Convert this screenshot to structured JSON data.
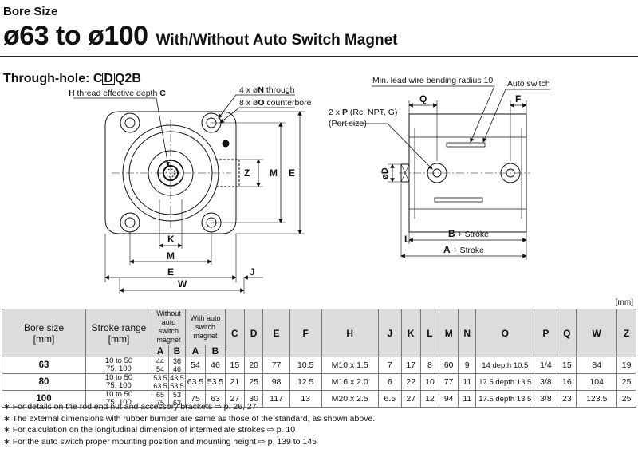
{
  "header": {
    "bore_size_label": "Bore Size",
    "title_main": "ø63 to ø100",
    "title_sub": "With/Without Auto Switch Magnet"
  },
  "section": {
    "prefix": "Through-hole: C",
    "boxed": "D",
    "suffix": "Q2B"
  },
  "drawing": {
    "labels": {
      "h_thread_prefix": "H",
      "h_thread_text": " thread effective depth ",
      "h_thread_suffix": "C",
      "four_n_prefix": "4 x ø",
      "four_n_bold": "N",
      "four_n_suffix": " through",
      "eight_o_prefix": "8 x ø",
      "eight_o_bold": "O",
      "eight_o_suffix": " counterbore",
      "min_lead": "Min. lead wire bending radius 10",
      "auto_switch": "Auto switch",
      "port_prefix": "2 x ",
      "port_bold": "P",
      "port_suffix": " (Rc, NPT, G)",
      "port_size": "(Port size)",
      "z": "Z",
      "m": "M",
      "e": "E",
      "k": "K",
      "w": "W",
      "j": "J",
      "q": "Q",
      "f": "F",
      "d": "øD",
      "l": "L",
      "b_bold": "B",
      "b_suffix": " + Stroke",
      "a_bold": "A",
      "a_suffix": " + Stroke"
    }
  },
  "table": {
    "unit": "[mm]",
    "headers": {
      "bore": "Bore size",
      "bore_unit": "[mm]",
      "stroke": "Stroke range",
      "stroke_unit": "[mm]",
      "without_auto": "Without auto switch magnet",
      "with_auto": "With auto switch magnet",
      "a": "A",
      "b": "B",
      "cols": [
        "C",
        "D",
        "E",
        "F",
        "H",
        "J",
        "K",
        "L",
        "M",
        "N",
        "O",
        "P",
        "Q",
        "W",
        "Z"
      ]
    },
    "rows": [
      {
        "bore": "63",
        "s1": "10 to 50",
        "s2": "75, 100",
        "wa1": "44",
        "wb1": "36",
        "wa2": "54",
        "wb2": "46",
        "a": "54",
        "b": "46",
        "vals": [
          "15",
          "20",
          "77",
          "10.5",
          "M10 x 1.5",
          "7",
          "17",
          "8",
          "60",
          "9",
          "14 depth 10.5",
          "1/4",
          "15",
          "84",
          "19"
        ]
      },
      {
        "bore": "80",
        "s1": "10 to 50",
        "s2": "75, 100",
        "wa1": "53.5",
        "wb1": "43.5",
        "wa2": "63.5",
        "wb2": "53.5",
        "a": "63.5",
        "b": "53.5",
        "vals": [
          "21",
          "25",
          "98",
          "12.5",
          "M16 x 2.0",
          "6",
          "22",
          "10",
          "77",
          "11",
          "17.5 depth 13.5",
          "3/8",
          "16",
          "104",
          "25"
        ]
      },
      {
        "bore": "100",
        "s1": "10 to 50",
        "s2": "75, 100",
        "wa1": "65",
        "wb1": "53",
        "wa2": "75",
        "wb2": "63",
        "a": "75",
        "b": "63",
        "vals": [
          "27",
          "30",
          "117",
          "13",
          "M20 x 2.5",
          "6.5",
          "27",
          "12",
          "94",
          "11",
          "17.5 depth 13.5",
          "3/8",
          "23",
          "123.5",
          "25"
        ]
      }
    ]
  },
  "notes": [
    "For details on the rod end nut and accessory brackets ⇨ p. 26, 27",
    "The external dimensions with rubber bumper are same as those of the standard, as shown above.",
    "For calculation on the longitudinal dimension of intermediate strokes ⇨ p. 10",
    "For the auto switch proper mounting position and mounting height ⇨ p. 139 to 145"
  ]
}
